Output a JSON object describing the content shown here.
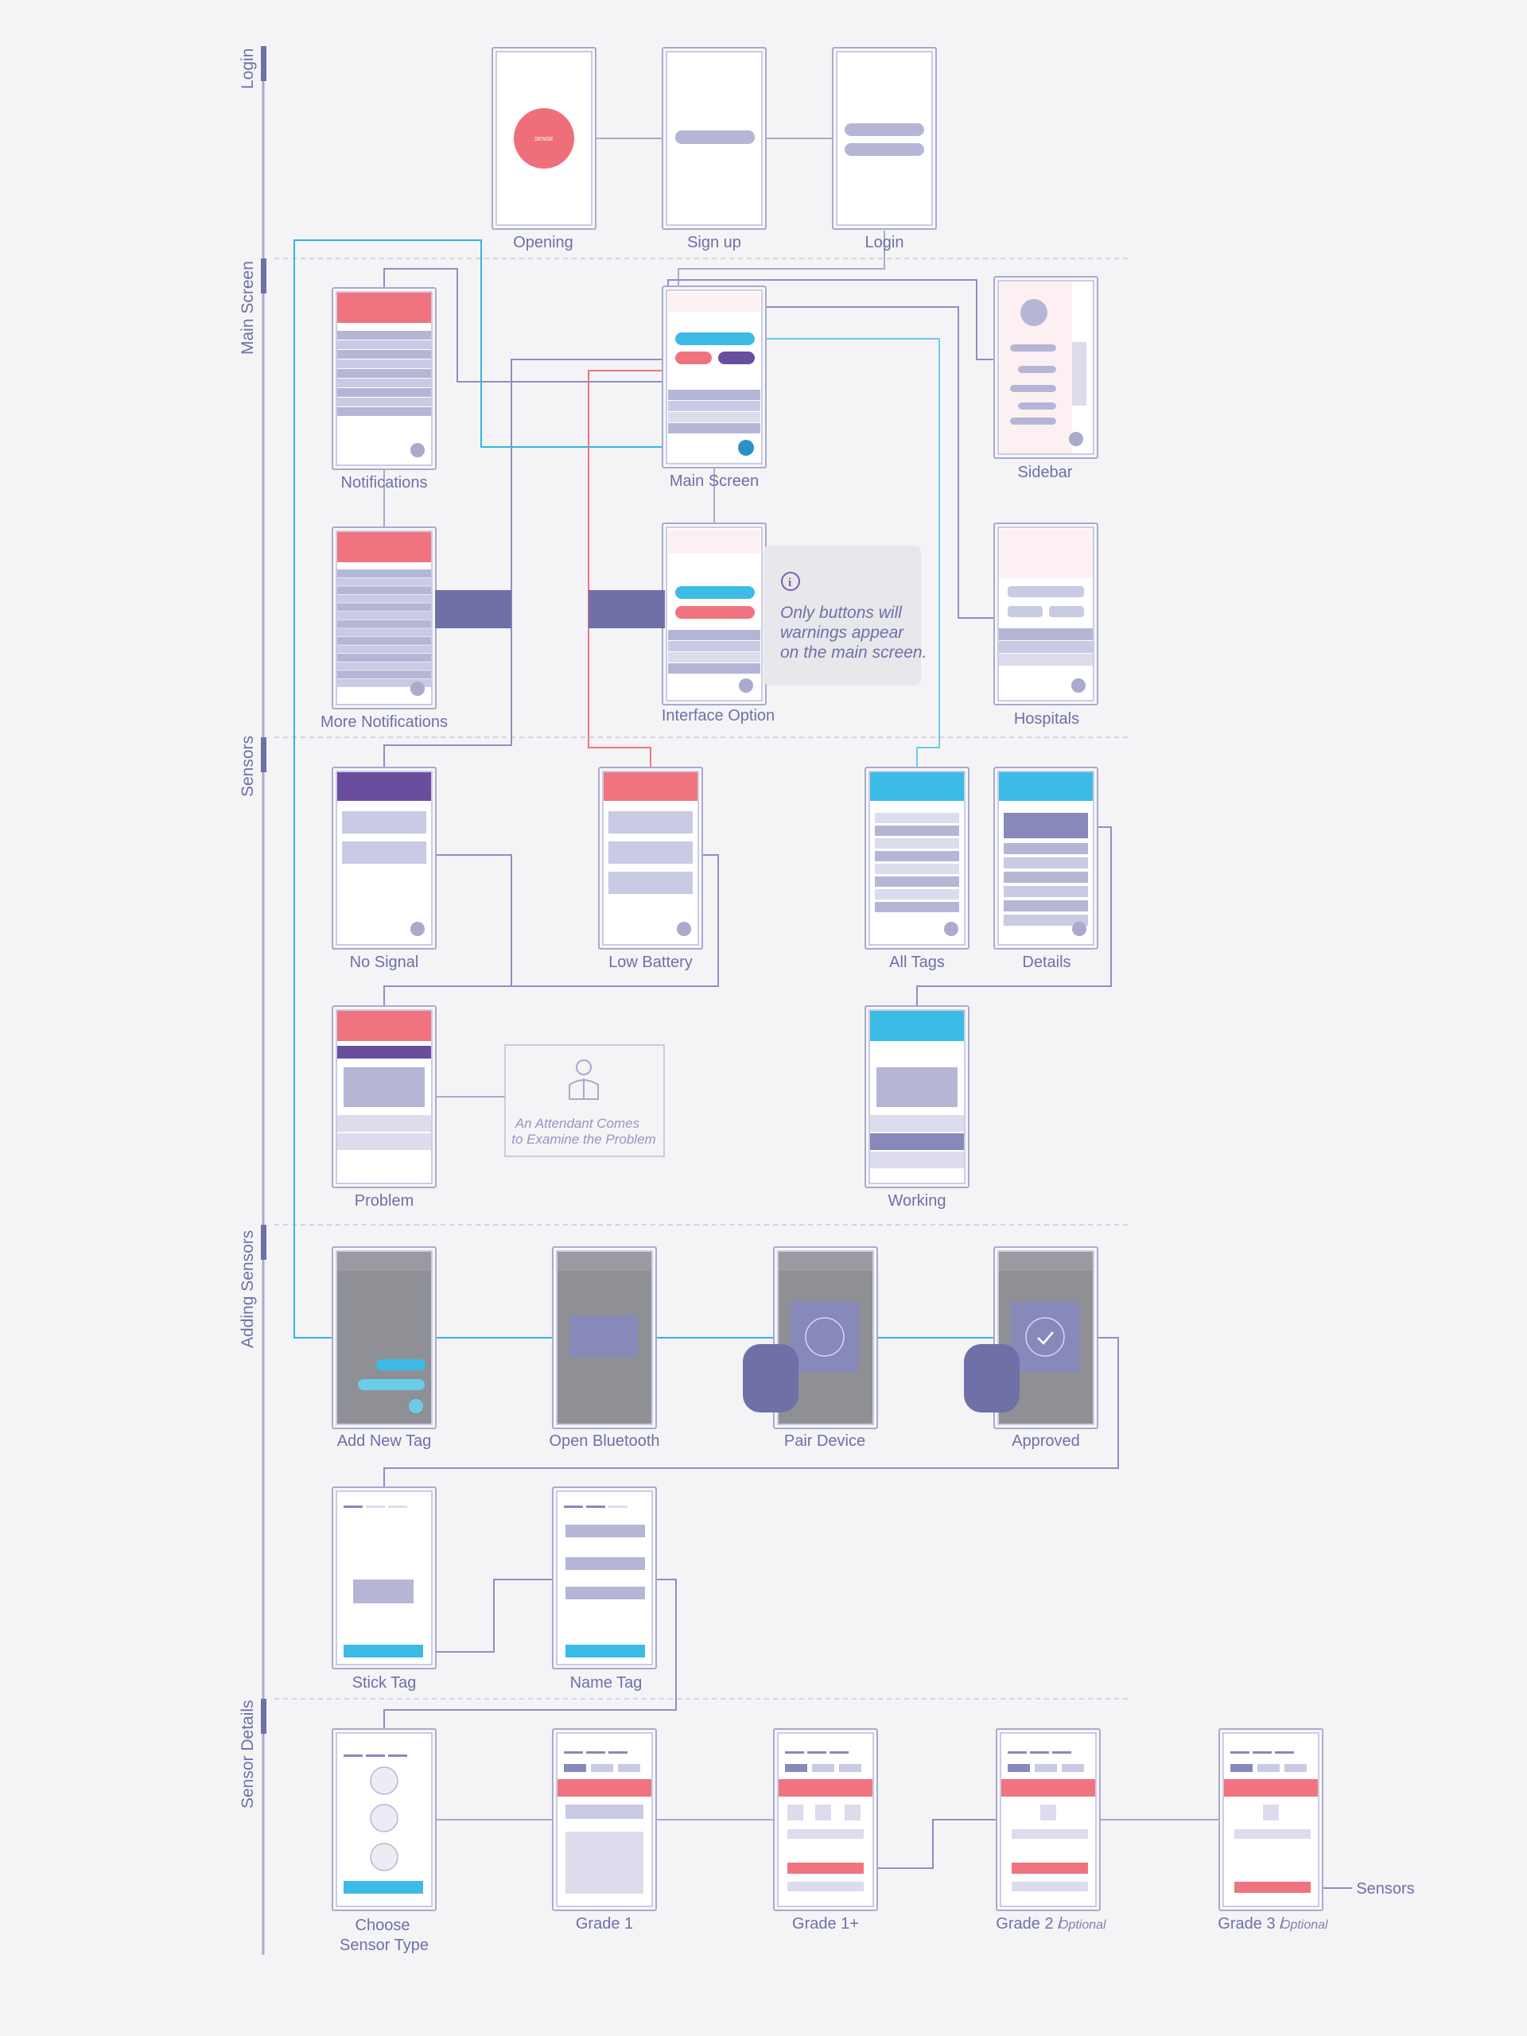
{
  "sections": [
    {
      "label": "Login"
    },
    {
      "label": "Main Screen"
    },
    {
      "label": "Sensors"
    },
    {
      "label": "Adding Sensors"
    },
    {
      "label": "Sensor Details"
    }
  ],
  "screens": {
    "opening": "Opening",
    "signup": "Sign up",
    "login": "Login",
    "notifications": "Notifications",
    "main_screen": "Main Screen",
    "sidebar": "Sidebar",
    "more_notifications": "More Notifications",
    "interface_option": "Interface Option",
    "hospitals": "Hospitals",
    "no_signal": "No Signal",
    "low_battery": "Low Battery",
    "all_tags": "All Tags",
    "details": "Details",
    "problem": "Problem",
    "working": "Working",
    "add_new_tag": "Add New Tag",
    "open_bluetooth": "Open Bluetooth",
    "pair_device": "Pair Device",
    "approved": "Approved",
    "stick_tag": "Stick Tag",
    "name_tag": "Name Tag",
    "choose_sensor_type_1": "Choose",
    "choose_sensor_type_2": "Sensor Type",
    "grade_1": "Grade 1",
    "grade_1_plus": "Grade 1+",
    "grade_2": "Grade 2 /",
    "grade_3": "Grade 3 /",
    "optional": "Optional"
  },
  "logo_text": "SENSE",
  "note": {
    "line1": "Only buttons will",
    "line2": "warnings appear",
    "line3": "on the main screen."
  },
  "attendant": {
    "line1": "An Attendant Comes",
    "line2": "to Examine the Problem"
  },
  "sensors_label": "Sensors",
  "colors": {
    "background": "#f4f4f6",
    "frame": "#a9aacc",
    "connector": "#8f8fc3",
    "accent_blue": "#2fb5e4",
    "accent_red": "#f07480",
    "accent_purple": "#6a4e9e",
    "bar_navy": "#6f70a8"
  }
}
